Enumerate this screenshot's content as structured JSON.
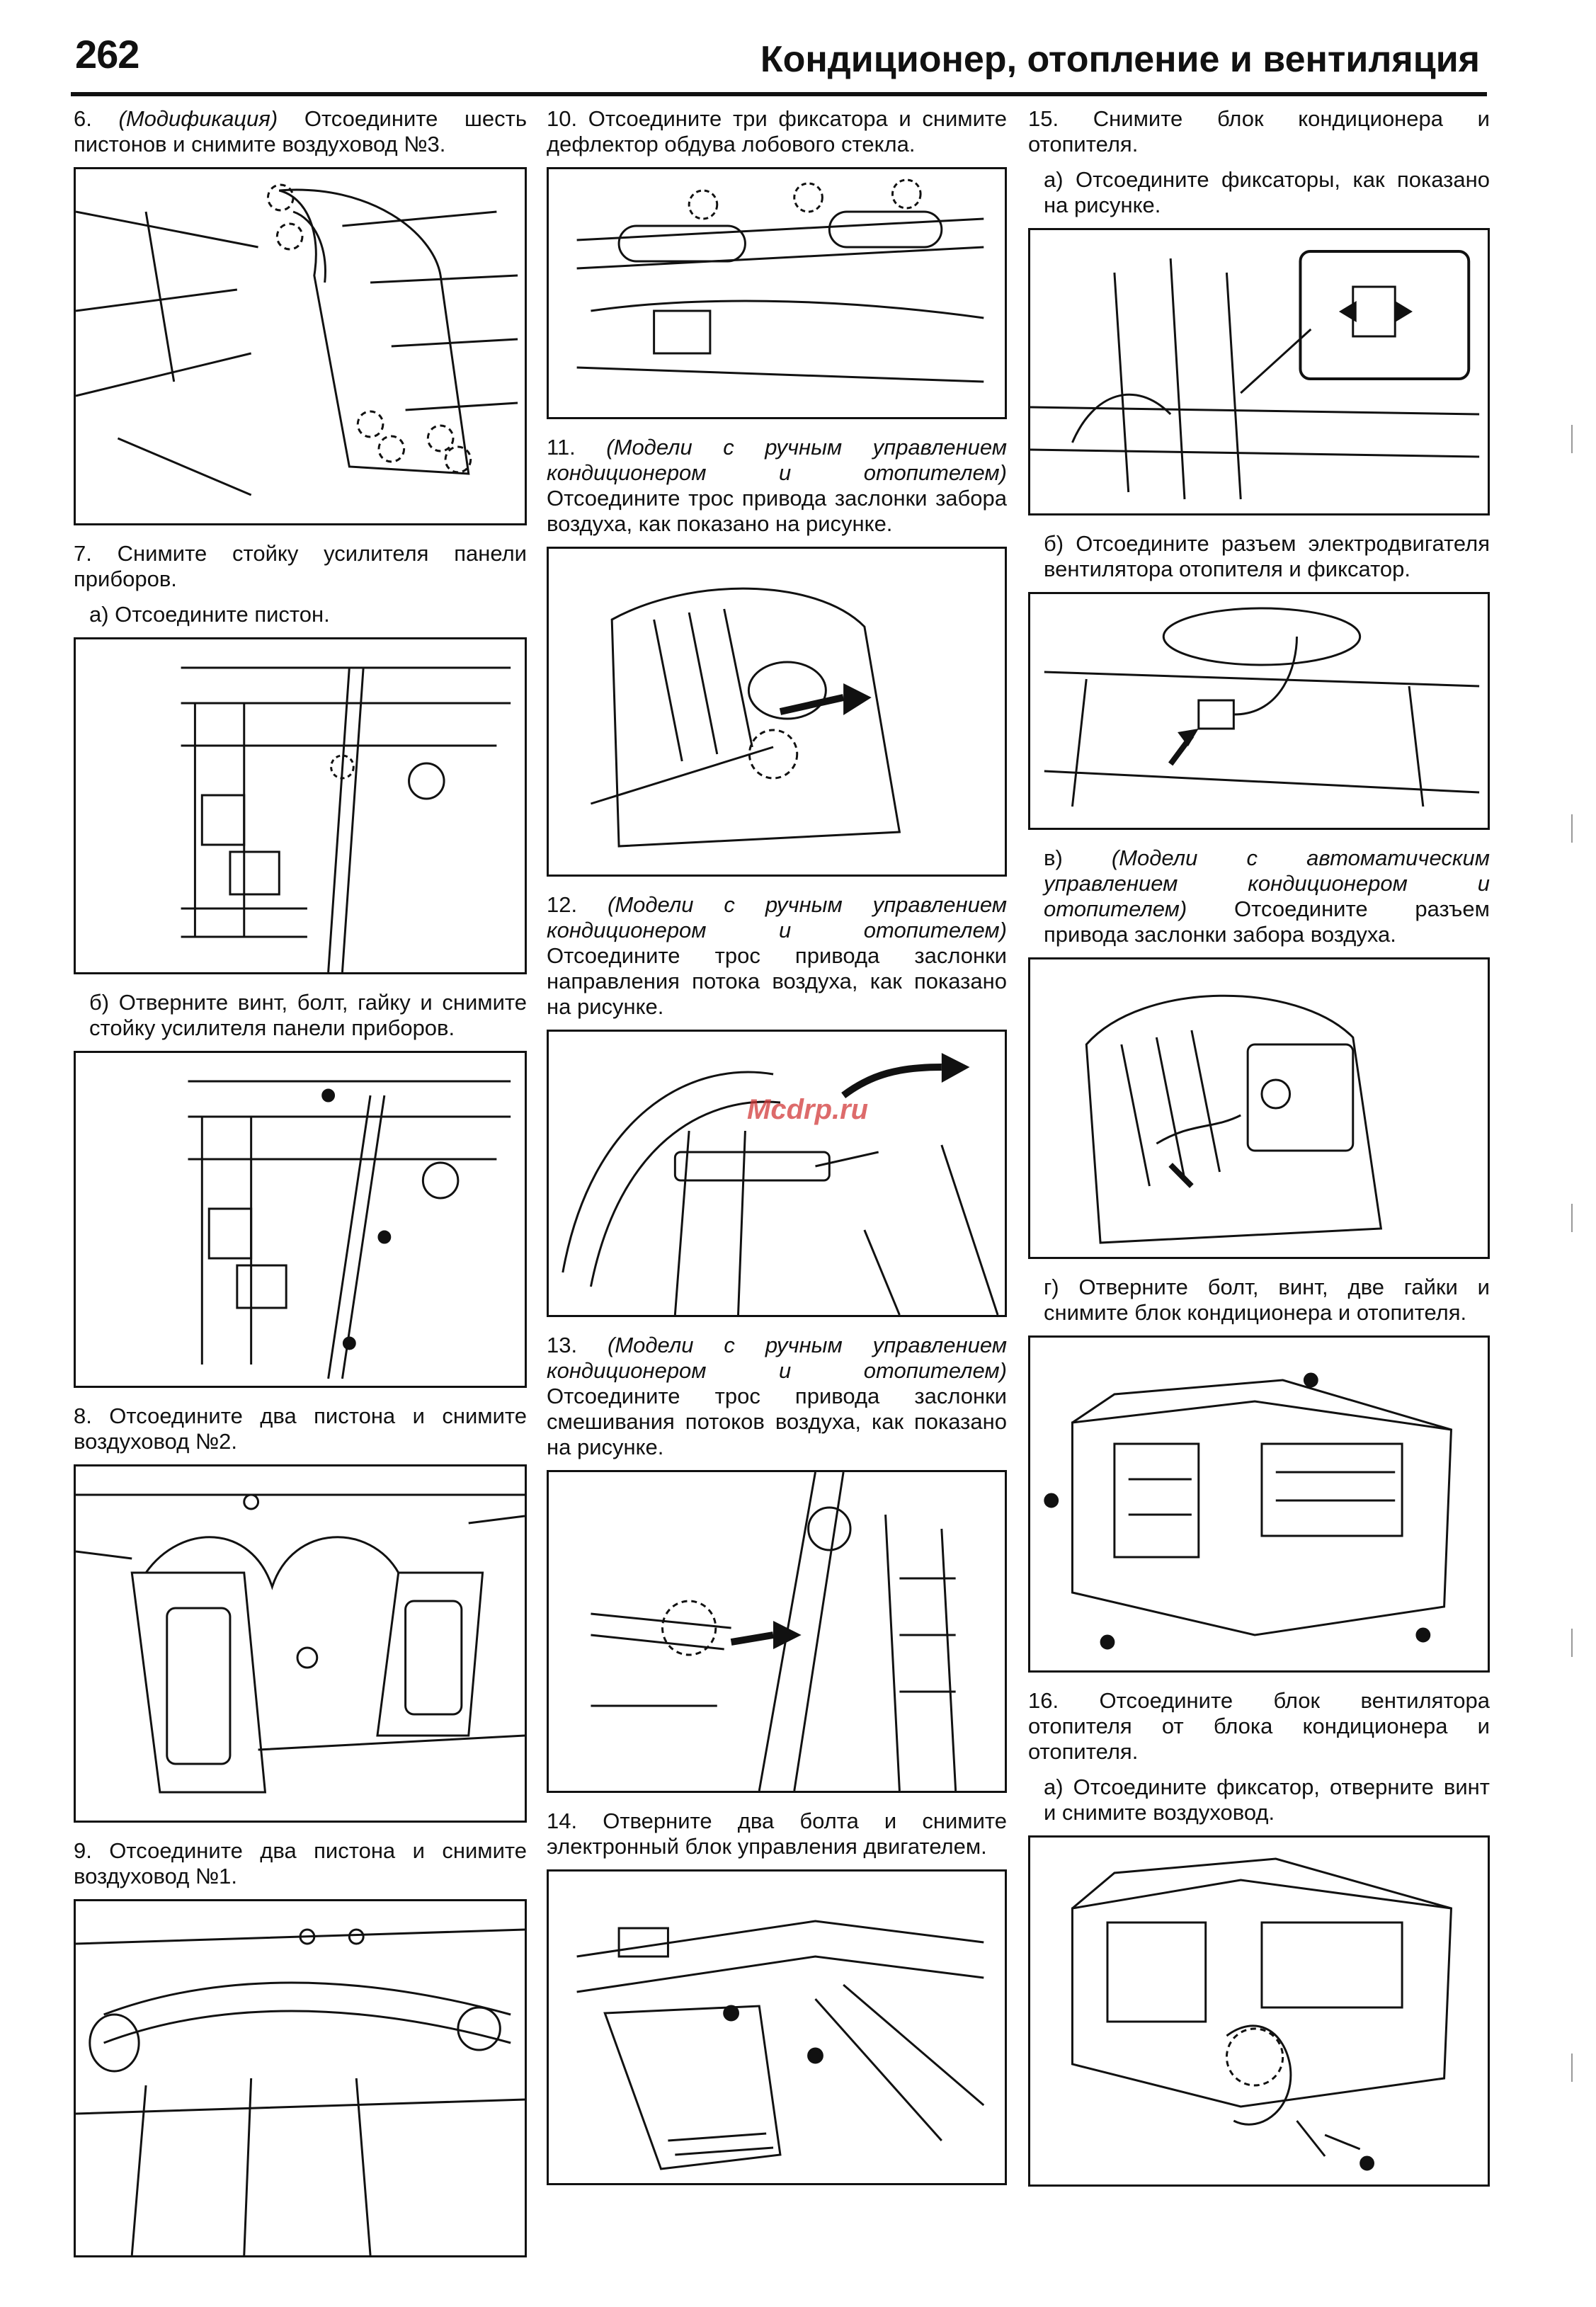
{
  "header": {
    "page_number": "262",
    "title": "Кондиционер, отопление и вентиляция"
  },
  "watermark": "Mcdrp.ru",
  "col1": {
    "s6": {
      "num": "6. ",
      "italic": "(Модификация)",
      "text": " Отсоедините шесть пистонов и снимите воздуховод №3."
    },
    "s7": {
      "text": "7. Снимите стойку усилителя панели приборов."
    },
    "s7a": {
      "text": "а) Отсоедините пистон."
    },
    "s7b": {
      "text": "б) Отверните винт, болт, гайку и снимите стойку усилителя панели приборов."
    },
    "s8": {
      "text": "8. Отсоедините два пистона и снимите воздуховод №2."
    },
    "s9": {
      "text": "9. Отсоедините два пистона и снимите воздуховод №1."
    }
  },
  "col2": {
    "s10": {
      "text": "10. Отсоедините три фиксатора и снимите дефлектор обдува лобового стекла."
    },
    "s11": {
      "num": "11. ",
      "italic": "(Модели с ручным управлением кондиционером и отопителем)",
      "text": " Отсоедините трос привода заслонки забора воздуха, как показано на рисунке."
    },
    "s12": {
      "num": "12. ",
      "italic": "(Модели с ручным управлением кондиционером и отопителем)",
      "text": " Отсоедините трос привода заслонки направления потока воздуха, как показано на рисунке."
    },
    "s13": {
      "num": "13. ",
      "italic": "(Модели с ручным управлением кондиционером и отопителем)",
      "text": " Отсоедините трос привода заслонки смешивания потоков воздуха, как показано на рисунке."
    },
    "s14": {
      "text": "14. Отверните два болта и снимите электронный блок управления двигателем."
    }
  },
  "col3": {
    "s15": {
      "text": "15. Снимите блок кондиционера и отопителя."
    },
    "s15a": {
      "text": "а) Отсоедините фиксаторы, как показано на рисунке."
    },
    "s15b": {
      "text": "б) Отсоедините разъем электродвигателя вентилятора отопителя и фиксатор."
    },
    "s15v": {
      "num": "в) ",
      "italic": "(Модели с автоматическим управлением кондиционером и отопителем)",
      "text": " Отсоедините разъем привода заслонки забора воздуха."
    },
    "s15g": {
      "text": "г) Отверните болт, винт, две гайки и снимите блок кондиционера и отопителя."
    },
    "s16": {
      "text": "16. Отсоедините блок вентилятора отопителя от блока кондиционера и отопителя."
    },
    "s16a": {
      "text": "а) Отсоедините фиксатор, отверните винт и снимите воздуховод."
    }
  }
}
